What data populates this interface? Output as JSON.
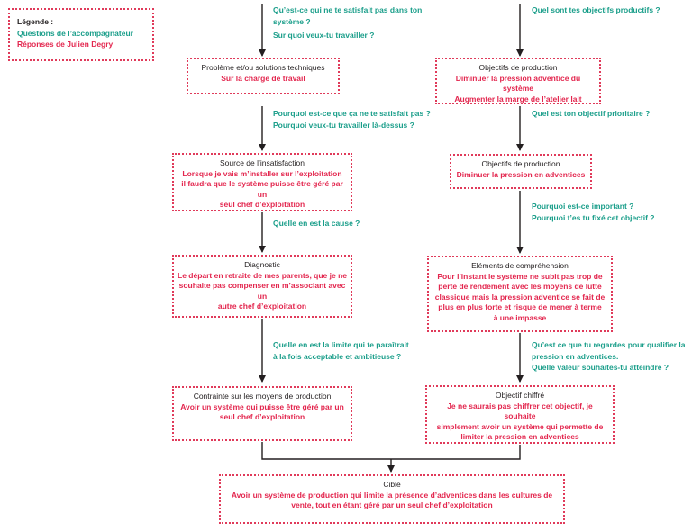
{
  "legend": {
    "title": "Légende :",
    "questions_label": "Questions de l’accompagnateur",
    "answers_label": "Réponses de Julien Degry"
  },
  "left": {
    "q1": [
      "Qu’est-ce qui ne te satisfait pas dans ton",
      "système ?",
      "Sur quoi veux-tu travailler ?"
    ],
    "box1": {
      "title": "Problème et/ou solutions techniques",
      "answer": [
        "Sur la charge de travail"
      ]
    },
    "q2": [
      "Pourquoi est-ce que ça ne te satisfait pas ?",
      "Pourquoi veux-tu travailler là-dessus ?"
    ],
    "box2": {
      "title": "Source de l’insatisfaction",
      "answer": [
        "Lorsque je vais m’installer sur l’exploitation",
        "il faudra que le système puisse être géré par un",
        "seul chef d’exploitation"
      ]
    },
    "q3": [
      "Quelle en est la cause ?"
    ],
    "box3": {
      "title": "Diagnostic",
      "answer": [
        "Le départ en retraite de mes parents, que je ne",
        "souhaite pas compenser en m’associant avec un",
        "autre chef d’exploitation"
      ]
    },
    "q4": [
      "Quelle en est la limite qui te paraîtrait",
      "à la fois acceptable et ambitieuse ?"
    ],
    "box4": {
      "title": "Contrainte sur les moyens de production",
      "answer": [
        "Avoir un système qui puisse être géré par un",
        "seul chef d’exploitation"
      ]
    }
  },
  "right": {
    "q1": [
      "Quel sont tes objectifs productifs ?"
    ],
    "box1": {
      "title": "Objectifs de production",
      "answer": [
        "Diminuer la pression adventice du système",
        "Augmenter la marge de l’atelier lait"
      ]
    },
    "q2": [
      "Quel est ton objectif prioritaire ?"
    ],
    "box2": {
      "title": "Objectifs de production",
      "answer": [
        "Diminuer la pression en adventices"
      ]
    },
    "q3": [
      "Pourquoi est-ce important ?",
      "Pourquoi t’es tu fixé cet objectif ?"
    ],
    "box3": {
      "title": "Eléments de compréhension",
      "answer": [
        "Pour l’instant le système ne subit pas trop de",
        "perte de rendement avec les moyens de lutte",
        "classique mais la pression adventice se fait de",
        "plus en plus forte et risque de mener à terme",
        "à une impasse"
      ]
    },
    "q4": [
      "Qu’est ce que tu regardes pour qualifier la",
      "pression en adventices.",
      "Quelle valeur souhaites-tu atteindre ?"
    ],
    "box4": {
      "title": "Objectif chiffré",
      "answer": [
        "Je ne saurais pas chiffrer cet objectif, je souhaite",
        "simplement avoir un système qui permette de",
        "limiter la pression en adventices"
      ]
    }
  },
  "target": {
    "title": "Cible",
    "answer": [
      "Avoir un système de production qui limite la présence d’adventices dans les cultures de",
      "vente, tout en étant géré par un seul chef d’exploitation"
    ]
  },
  "colors": {
    "question": "#1a9e8a",
    "answer": "#e3264e",
    "border": "#e03a5a"
  }
}
